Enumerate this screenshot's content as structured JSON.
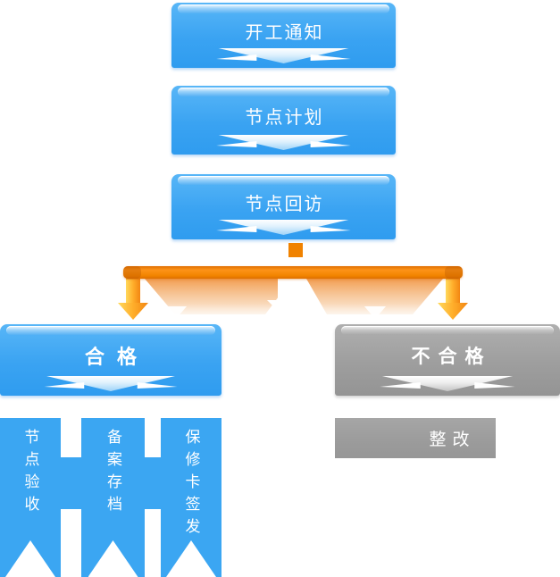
{
  "diagram": {
    "title": "construction-service flow chart",
    "top_nodes": [
      {
        "label": "开工通知"
      },
      {
        "label": "节点计划"
      },
      {
        "label": "节点回访"
      }
    ],
    "result_nodes": {
      "pass": {
        "label": "合格"
      },
      "fail": {
        "label": "不合格"
      }
    },
    "pass_children": [
      {
        "label": "节点验收"
      },
      {
        "label": "备案存档"
      },
      {
        "label": "保修卡签发"
      }
    ],
    "fail_child": {
      "label": "整改"
    }
  },
  "colors": {
    "node_blue": "#3BA6F2",
    "node_gray": "#9D9D9D",
    "connector_orange": "#F08200",
    "arrow_yellow": "#FFD34F",
    "text_white": "#FFFFFF"
  }
}
